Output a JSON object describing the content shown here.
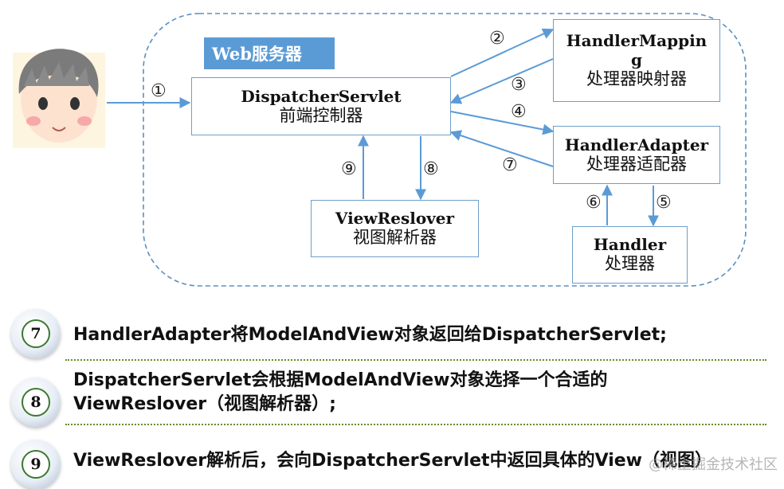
{
  "diagram": {
    "server_label": "Web服务器",
    "dispatcher": {
      "title": "DispatcherServlet",
      "sub": "前端控制器"
    },
    "handler_mapping": {
      "title_line1": "HandlerMappin",
      "title_line2": "g",
      "sub": "处理器映射器"
    },
    "handler_adapter": {
      "title": "HandlerAdapter",
      "sub": "处理器适配器"
    },
    "handler": {
      "title": "Handler",
      "sub": "处理器"
    },
    "view_resolver": {
      "title": "ViewReslover",
      "sub": "视图解析器"
    },
    "steps": [
      "①",
      "②",
      "③",
      "④",
      "⑤",
      "⑥",
      "⑦",
      "⑧",
      "⑨"
    ]
  },
  "bullets": [
    {
      "number": "7",
      "lines": [
        "HandlerAdapter将ModelAndView对象返回给DispatcherServlet;"
      ]
    },
    {
      "number": "8",
      "lines": [
        "DispatcherServlet会根据ModelAndView对象选择一个合适的",
        "ViewReslover（视图解析器）;"
      ]
    },
    {
      "number": "9",
      "lines": [
        "ViewReslover解析后，会向DispatcherServlet中返回具体的View（视图）"
      ]
    }
  ],
  "watermark": "@稀土掘金技术社区",
  "colors": {
    "accent": "#5b9bd5",
    "arrow": "#5b9bd5",
    "border": "#6e9fca",
    "divider": "#6a8a2a"
  }
}
